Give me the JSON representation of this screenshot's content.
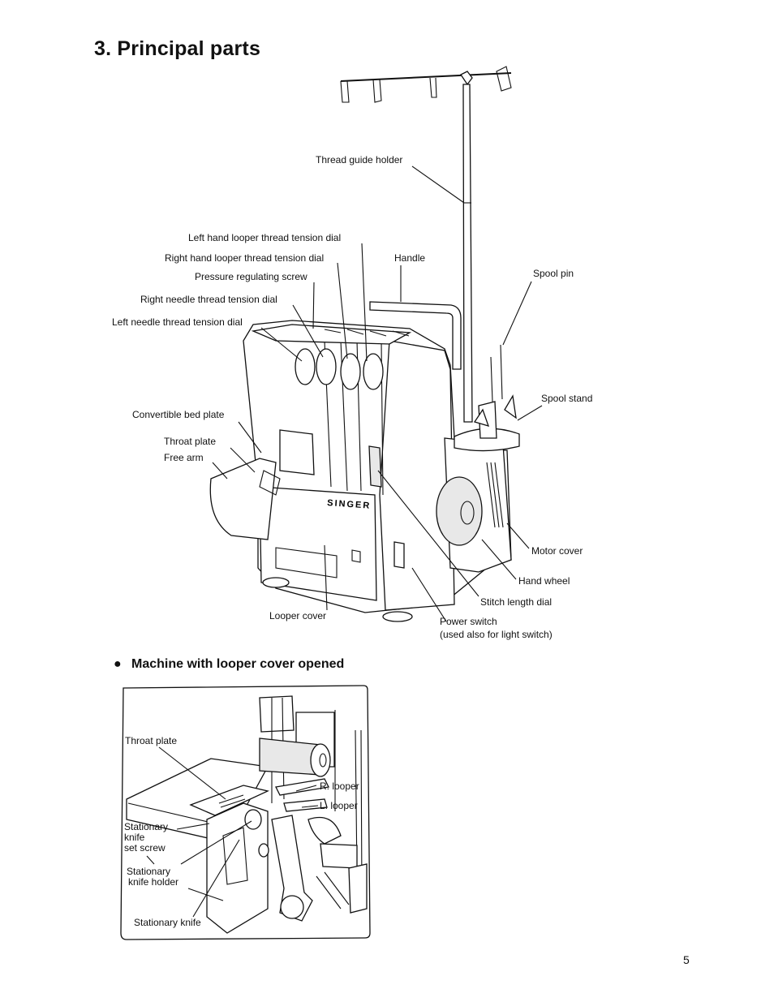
{
  "page": {
    "title": "3.  Principal parts",
    "section_title": "Machine with looper cover opened",
    "page_number": "5"
  },
  "main_diagram": {
    "brand": "SINGER",
    "labels": {
      "thread_guide_holder": "Thread guide holder",
      "left_hand_looper_dial": "Left hand looper thread tension dial",
      "right_hand_looper_dial": "Right hand looper thread tension dial",
      "handle": "Handle",
      "pressure_screw": "Pressure regulating screw",
      "spool_pin": "Spool pin",
      "right_needle_dial": "Right needle thread tension dial",
      "left_needle_dial": "Left needle thread tension dial",
      "spool_stand": "Spool stand",
      "convertible_bed_plate": "Convertible bed plate",
      "throat_plate": "Throat plate",
      "free_arm": "Free arm",
      "motor_cover": "Motor cover",
      "hand_wheel": "Hand wheel",
      "stitch_length_dial": "Stitch length dial",
      "looper_cover": "Looper cover",
      "power_switch": "Power switch",
      "power_switch_note": "(used also for light switch)"
    }
  },
  "inset_diagram": {
    "labels": {
      "throat_plate": "Throat plate",
      "r_looper": "R. looper",
      "l_looper": "L. looper",
      "stationary_knife_set_screw_1": "Stationary",
      "stationary_knife_set_screw_2": "knife",
      "stationary_knife_set_screw_3": "set screw",
      "stationary_knife_holder_1": "Stationary",
      "stationary_knife_holder_2": "knife holder",
      "stationary_knife": "Stationary knife"
    }
  }
}
